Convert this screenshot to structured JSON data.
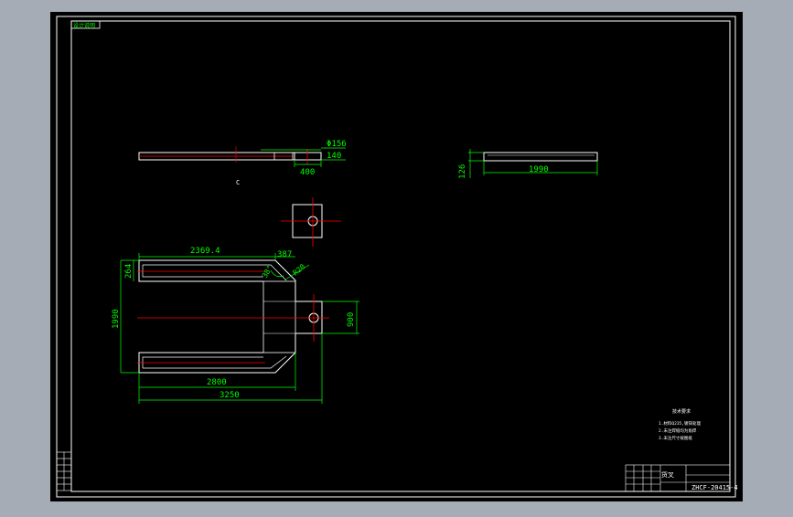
{
  "colors": {
    "background": "#a6acb6",
    "sheet": "#000000",
    "outline": "#ffffff",
    "dimension": "#00ff00",
    "centerline": "#ff0000"
  },
  "dimensions": {
    "hole_dia": "Φ156",
    "plate_thickness": "140",
    "plate_width": "400",
    "side_height": "126",
    "side_length": "1990",
    "inner_length": "2369.4",
    "chamfer": "387",
    "angle": "38°",
    "radius": "R20",
    "arm_width": "264",
    "overall_width": "1990",
    "mount_width": "900",
    "arm_length": "2800",
    "overall_length": "3250"
  },
  "notes": {
    "heading": "技术要求",
    "lines": [
      "1.材料Q235,镀锌处理",
      "2.未注焊缝均为角焊",
      "3.未注尺寸按图纸"
    ]
  },
  "title_block": {
    "part_name": "货叉",
    "drawing_no": "ZHCF-20415-4"
  },
  "corner_tag": "设计说明"
}
